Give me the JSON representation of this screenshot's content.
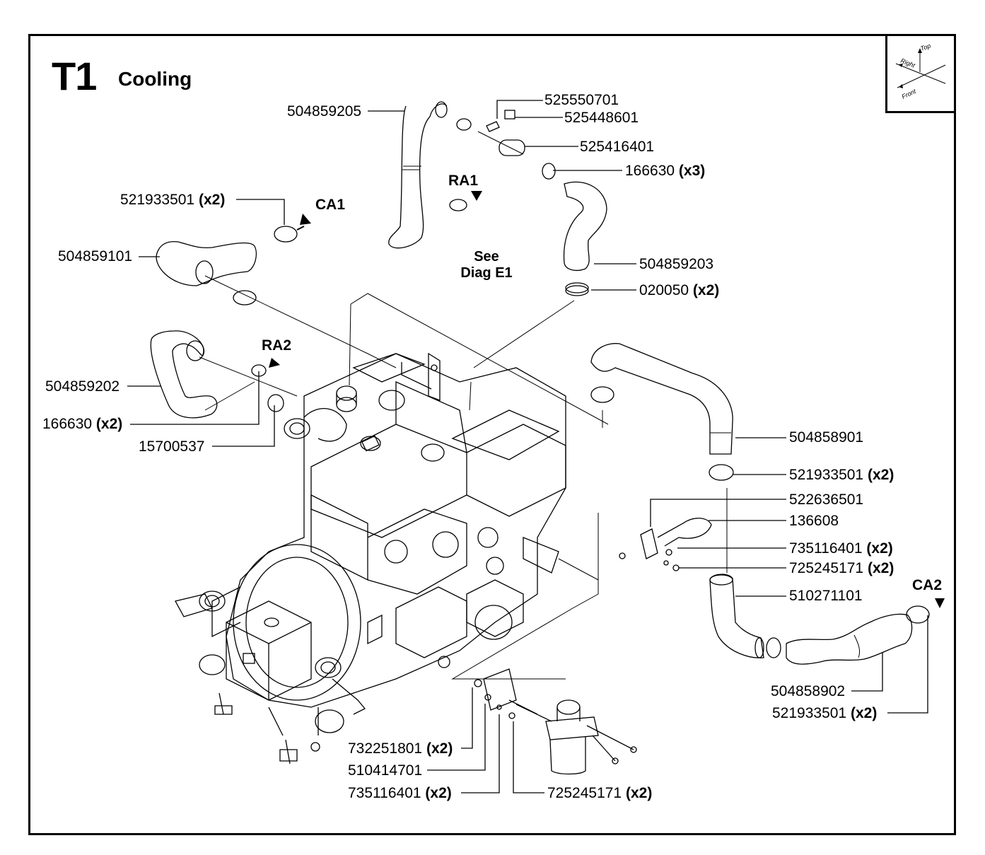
{
  "title": {
    "code": "T1",
    "name": "Cooling"
  },
  "orientation": {
    "top": "Top",
    "right": "Right",
    "front": "Front"
  },
  "refs": {
    "ra1": "RA1",
    "ra2": "RA2",
    "ca1": "CA1",
    "ca2": "CA2",
    "see_diag": "See\nDiag E1"
  },
  "parts": [
    {
      "id": "p525550701",
      "number": "525550701",
      "qty": ""
    },
    {
      "id": "p525448601",
      "number": "525448601",
      "qty": ""
    },
    {
      "id": "p504859205",
      "number": "504859205",
      "qty": ""
    },
    {
      "id": "p525416401",
      "number": "525416401",
      "qty": ""
    },
    {
      "id": "p166630a",
      "number": "166630",
      "qty": "(x3)"
    },
    {
      "id": "p521933501a",
      "number": "521933501",
      "qty": "(x2)"
    },
    {
      "id": "p504859101",
      "number": "504859101",
      "qty": ""
    },
    {
      "id": "p504859203",
      "number": "504859203",
      "qty": ""
    },
    {
      "id": "p020050",
      "number": "020050",
      "qty": "(x2)"
    },
    {
      "id": "p504859202",
      "number": "504859202",
      "qty": ""
    },
    {
      "id": "p166630b",
      "number": "166630",
      "qty": "(x2)"
    },
    {
      "id": "p15700537",
      "number": "15700537",
      "qty": ""
    },
    {
      "id": "p504858901",
      "number": "504858901",
      "qty": ""
    },
    {
      "id": "p521933501b",
      "number": "521933501",
      "qty": "(x2)"
    },
    {
      "id": "p522636501",
      "number": "522636501",
      "qty": ""
    },
    {
      "id": "p136608",
      "number": "136608",
      "qty": ""
    },
    {
      "id": "p735116401a",
      "number": "735116401",
      "qty": "(x2)"
    },
    {
      "id": "p725245171a",
      "number": "725245171",
      "qty": "(x2)"
    },
    {
      "id": "p510271101",
      "number": "510271101",
      "qty": ""
    },
    {
      "id": "p504858902",
      "number": "504858902",
      "qty": ""
    },
    {
      "id": "p521933501c",
      "number": "521933501",
      "qty": "(x2)"
    },
    {
      "id": "p732251801",
      "number": "732251801",
      "qty": "(x2)"
    },
    {
      "id": "p510414701",
      "number": "510414701",
      "qty": ""
    },
    {
      "id": "p735116401b",
      "number": "735116401",
      "qty": "(x2)"
    },
    {
      "id": "p725245171b",
      "number": "725245171",
      "qty": "(x2)"
    }
  ]
}
